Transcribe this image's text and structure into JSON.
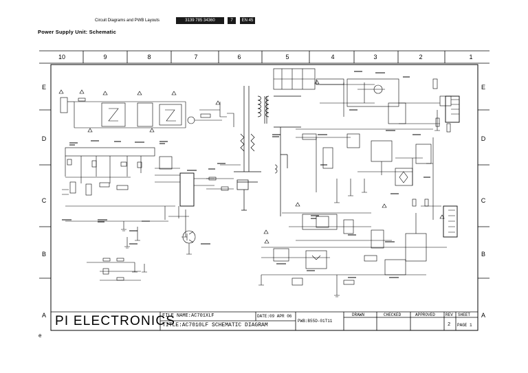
{
  "header": {
    "section_text": "Circuit Diagrams and PWB Layouts",
    "doc_number": "3139 785 34360",
    "page_number": "7",
    "language": "EN 45"
  },
  "subtitle": "Power Supply Unit: Schematic",
  "grid": {
    "columns": [
      "10",
      "9",
      "8",
      "7",
      "6",
      "5",
      "4",
      "3",
      "2",
      "1"
    ],
    "rows": [
      "E",
      "D",
      "C",
      "B",
      "A"
    ]
  },
  "title_block": {
    "company": "PI ELECTRONICS",
    "file_name": "FILE NAME:AC701XLF",
    "date": "DATE:09 APR 06",
    "title": "TITLE:AC7010LF SCHEMATIC DIAGRAM",
    "pwb": "PWB:B55D-01T11",
    "drawn_label": "DRAWN",
    "checked_label": "CHECKED",
    "approved_label": "APPROVED",
    "rev_label": "REV",
    "sheet_label": "SHEET",
    "rev_value": "2",
    "page_value": "PAGE 1"
  },
  "footnote_mark": "e",
  "colors": {
    "ink": "#000000",
    "header_box": "#1a1a1a"
  }
}
